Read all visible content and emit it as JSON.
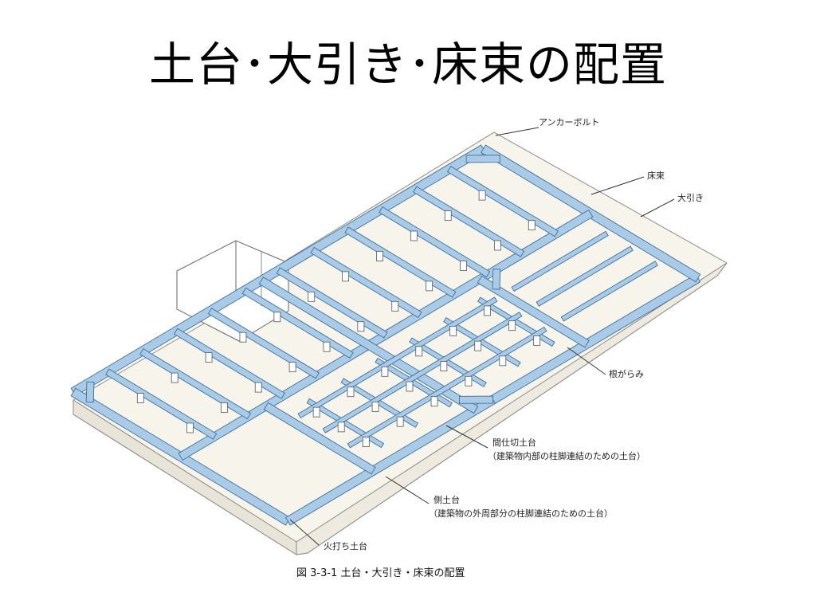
{
  "title": "土台･大引き･床束の配置",
  "labels": {
    "anchor_bolt": "アンカーボルト",
    "floor_post": "床束",
    "sleeper": "大引き",
    "nebarami": "根がらみ",
    "partition_sill": "間仕切土台",
    "partition_sill_note": "（建築物内部の柱脚連結のための土台）",
    "side_sill": "側土台",
    "side_sill_note": "（建築物の外周部分の柱脚連結のための土台）",
    "brace_sill": "火打ち土台"
  },
  "caption": "図 3-3-1 土台・大引き・床束の配置",
  "colors": {
    "timber": "#a9cbe8",
    "timber_edge": "#3f6f98",
    "foundation": "#f7f4ec",
    "line": "#555555"
  }
}
